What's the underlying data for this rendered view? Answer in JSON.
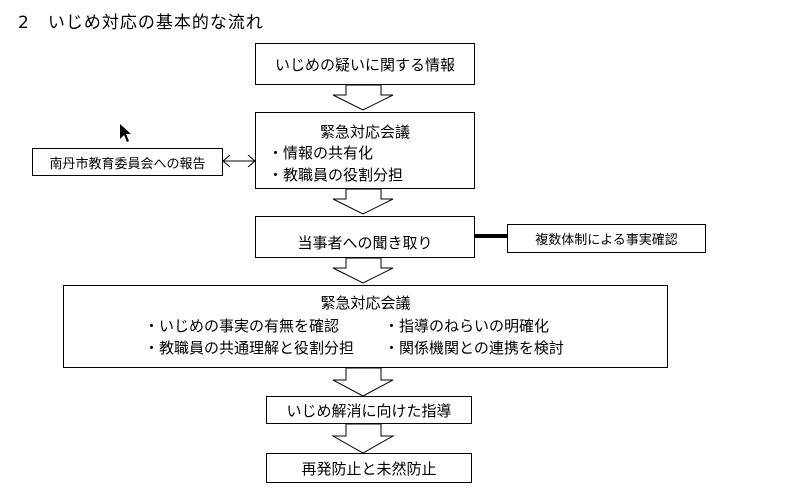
{
  "title": {
    "number": "2",
    "text": "いじめ対応の基本的な流れ"
  },
  "steps": {
    "information": "いじめの疑いに関する情報",
    "emergency1": {
      "heading": "緊急対応会議",
      "items": [
        "・情報の共有化",
        "・教職員の役割分担"
      ]
    },
    "hearing": "当事者への聞き取り",
    "emergency2": {
      "heading": "緊急対応会議",
      "items": [
        "・いじめの事実の有無を確認",
        "・指導のねらいの明確化",
        "・教職員の共通理解と役割分担",
        "・関係機関との連携を検討"
      ]
    },
    "guidance": "いじめ解消に向けた指導",
    "prevention": "再発防止と未然防止"
  },
  "side_notes": {
    "report": "南丹市教育委員会への報告",
    "confirm": "複数体制による事実確認"
  }
}
